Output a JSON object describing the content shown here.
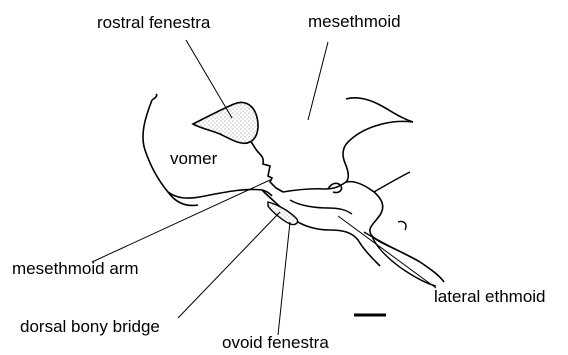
{
  "labels": {
    "rostral_fenestra": "rostral fenestra",
    "mesethmoid": "mesethmoid",
    "vomer": "vomer",
    "mesethmoid_arm": "mesethmoid arm",
    "lateral_ethmoid": "lateral ethmoid",
    "dorsal_bony_bridge": "dorsal bony bridge",
    "ovoid_fenestra": "ovoid fenestra"
  },
  "colors": {
    "ink": "#000000",
    "stipple": "#9a9a9a",
    "background": "#ffffff"
  }
}
